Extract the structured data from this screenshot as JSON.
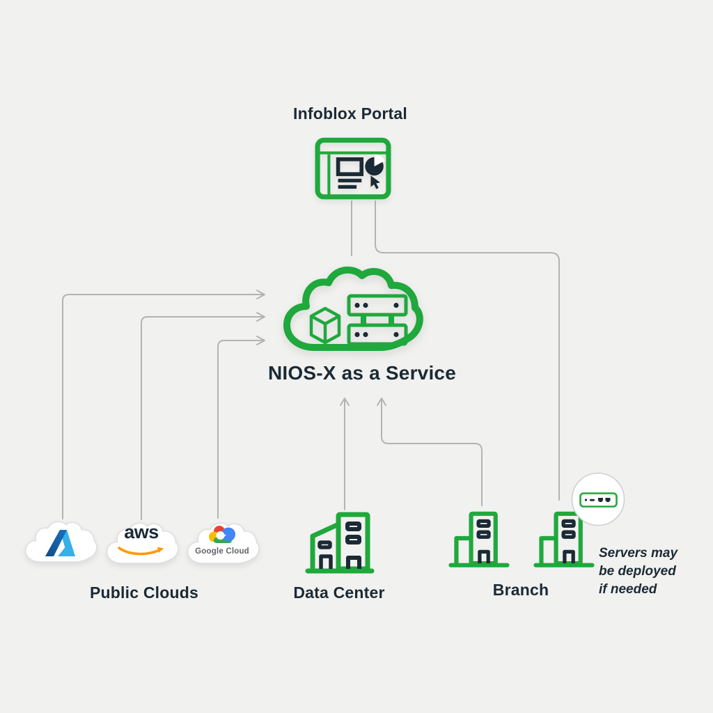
{
  "colors": {
    "background": "#f1f1f0",
    "green": "#1fa83c",
    "dark": "#1b2a35",
    "line": "#b3b3b3",
    "aws_orange": "#ff9900",
    "azure_blue_dark": "#114a8b",
    "azure_blue_mid": "#1673c1",
    "azure_blue_light": "#35b0e8",
    "google_blue": "#4285f4",
    "google_red": "#ea4335",
    "google_yellow": "#fbbc05",
    "google_green": "#34a853",
    "google_text_gray": "#5f6368"
  },
  "portal": {
    "label": "Infoblox Portal"
  },
  "nios_cloud": {
    "label": "NIOS-X as a Service"
  },
  "public_clouds": {
    "label": "Public Clouds",
    "aws_logo_text": "aws",
    "google_logo_text": "Google Cloud"
  },
  "data_center": {
    "label": "Data Center"
  },
  "branch": {
    "label": "Branch",
    "note_lines": [
      "Servers may",
      "be deployed",
      "if needed"
    ]
  },
  "icons": {
    "portal": "dashboard-window-icon",
    "nios": "cloud-icon",
    "nios_cube": "cube-icon",
    "nios_servers": "server-rack-icon",
    "azure": "azure-logo-icon",
    "aws": "aws-smile-icon",
    "google": "google-cloud-logo-icon",
    "data_center": "datacenter-building-icon",
    "branch": "branch-building-icon",
    "appliance": "network-appliance-icon"
  }
}
